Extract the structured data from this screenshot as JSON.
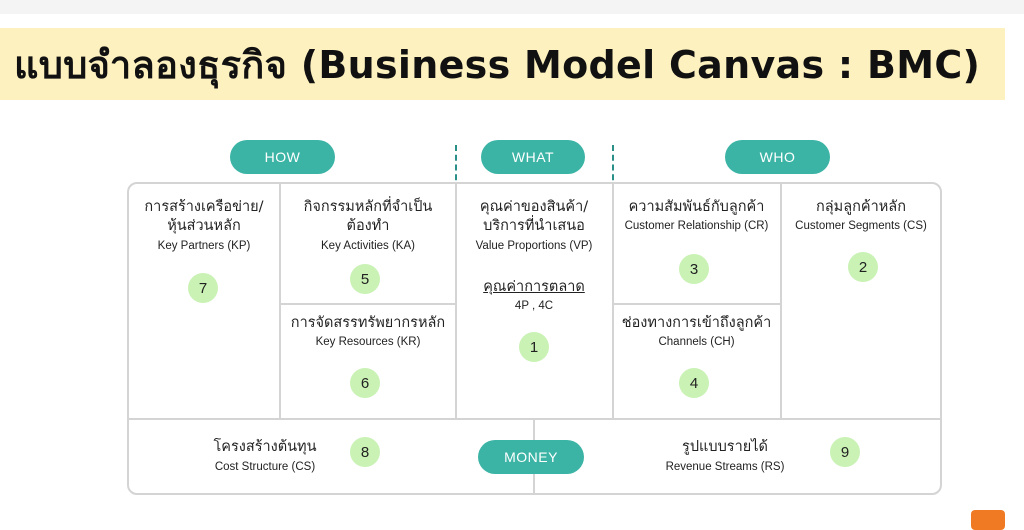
{
  "title": "แบบจำลองธุรกิจ (Business Model Canvas : BMC)",
  "colors": {
    "pill": "#3bb4a6",
    "number_bg": "#c9f2b4",
    "banner": "#fdf1bf",
    "border": "#d4d4d4",
    "dashed": "#2a8f86"
  },
  "pills": {
    "how": "HOW",
    "what": "WHAT",
    "who": "WHO",
    "money": "MONEY"
  },
  "blocks": {
    "kp": {
      "th_line1": "การสร้างเครือข่าย/",
      "th_line2": "หุ้นส่วนหลัก",
      "en": "Key Partners (KP)",
      "num": "7"
    },
    "ka": {
      "th_line1": "กิจกรรมหลักที่จำเป็น",
      "th_line2": "ต้องทำ",
      "en": "Key Activities (KA)",
      "num": "5"
    },
    "kr": {
      "th": "การจัดสรรทรัพยากรหลัก",
      "en": "Key Resources (KR)",
      "num": "6"
    },
    "vp": {
      "th_line1": "คุณค่าของสินค้า/",
      "th_line2": "บริการที่นำเสนอ",
      "en": "Value Proportions (VP)",
      "market_value": "คุณค่าการตลาด",
      "market_mix": "4P , 4C",
      "num": "1"
    },
    "cr": {
      "th": "ความสัมพันธ์กับลูกค้า",
      "en": "Customer Relationship (CR)",
      "num": "3"
    },
    "ch": {
      "th": "ช่องทางการเข้าถึงลูกค้า",
      "en": "Channels (CH)",
      "num": "4"
    },
    "cs": {
      "th": "กลุ่มลูกค้าหลัก",
      "en": "Customer Segments (CS)",
      "num": "2"
    },
    "cost": {
      "th": "โครงสร้างต้นทุน",
      "en": "Cost Structure (CS)",
      "num": "8"
    },
    "rev": {
      "th": "รูปแบบรายได้",
      "en": "Revenue Streams (RS)",
      "num": "9"
    }
  }
}
